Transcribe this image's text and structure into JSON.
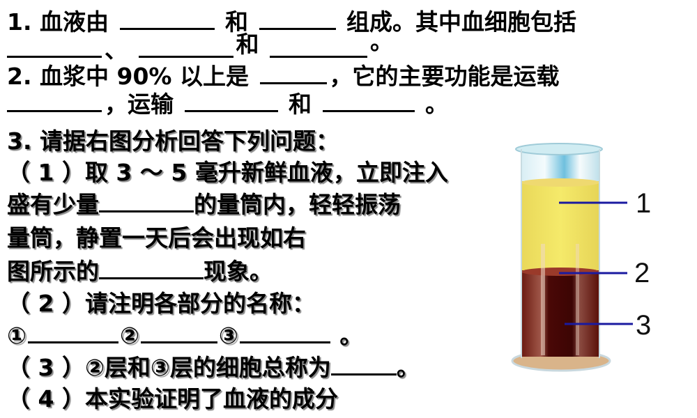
{
  "q1": {
    "line1": {
      "prefix": "1. 血液由",
      "mid1": "和",
      "suffix": "组成。其中血细胞包括"
    },
    "line2": {
      "sep1": "、",
      "mid": "和",
      "end": "。"
    }
  },
  "q2": {
    "line1": {
      "prefix": "2. 血浆中",
      "percent": "90%",
      "middle": "以上是",
      "suffix": "，它的主要功能是运载"
    },
    "line2": {
      "sep": "，运输",
      "mid": "和",
      "end": "。"
    }
  },
  "q3": {
    "heading": "3. 请据右图分析回答下列问题：",
    "p1": {
      "line1": "（ 1 ）取 3 ～ 5 毫升新鲜血液，立即注入",
      "line2_prefix": "盛有少量",
      "line2_suffix": "的量筒内，轻轻振荡",
      "line3": "量筒，静置一天后会出现如右",
      "line4_prefix": "图所示的",
      "line4_suffix": "现象。"
    },
    "p2": {
      "line1": "（ 2 ）请注明各部分的名称：",
      "marker1": "①",
      "marker2": "②",
      "marker3": "③",
      "end": " 。"
    },
    "p3": {
      "prefix": "（ 3 ）②层和③层的细胞总称为",
      "end": "。"
    },
    "p4": {
      "text": "（ 4 ）本实验证明了血液的成分"
    }
  },
  "figure": {
    "labels": [
      "1",
      "2",
      "3"
    ],
    "colors": {
      "plasma": "#f2e35a",
      "blood": "#5a0c08",
      "glass": "#bfe4ef",
      "pointer": "#1a1aa0"
    }
  }
}
